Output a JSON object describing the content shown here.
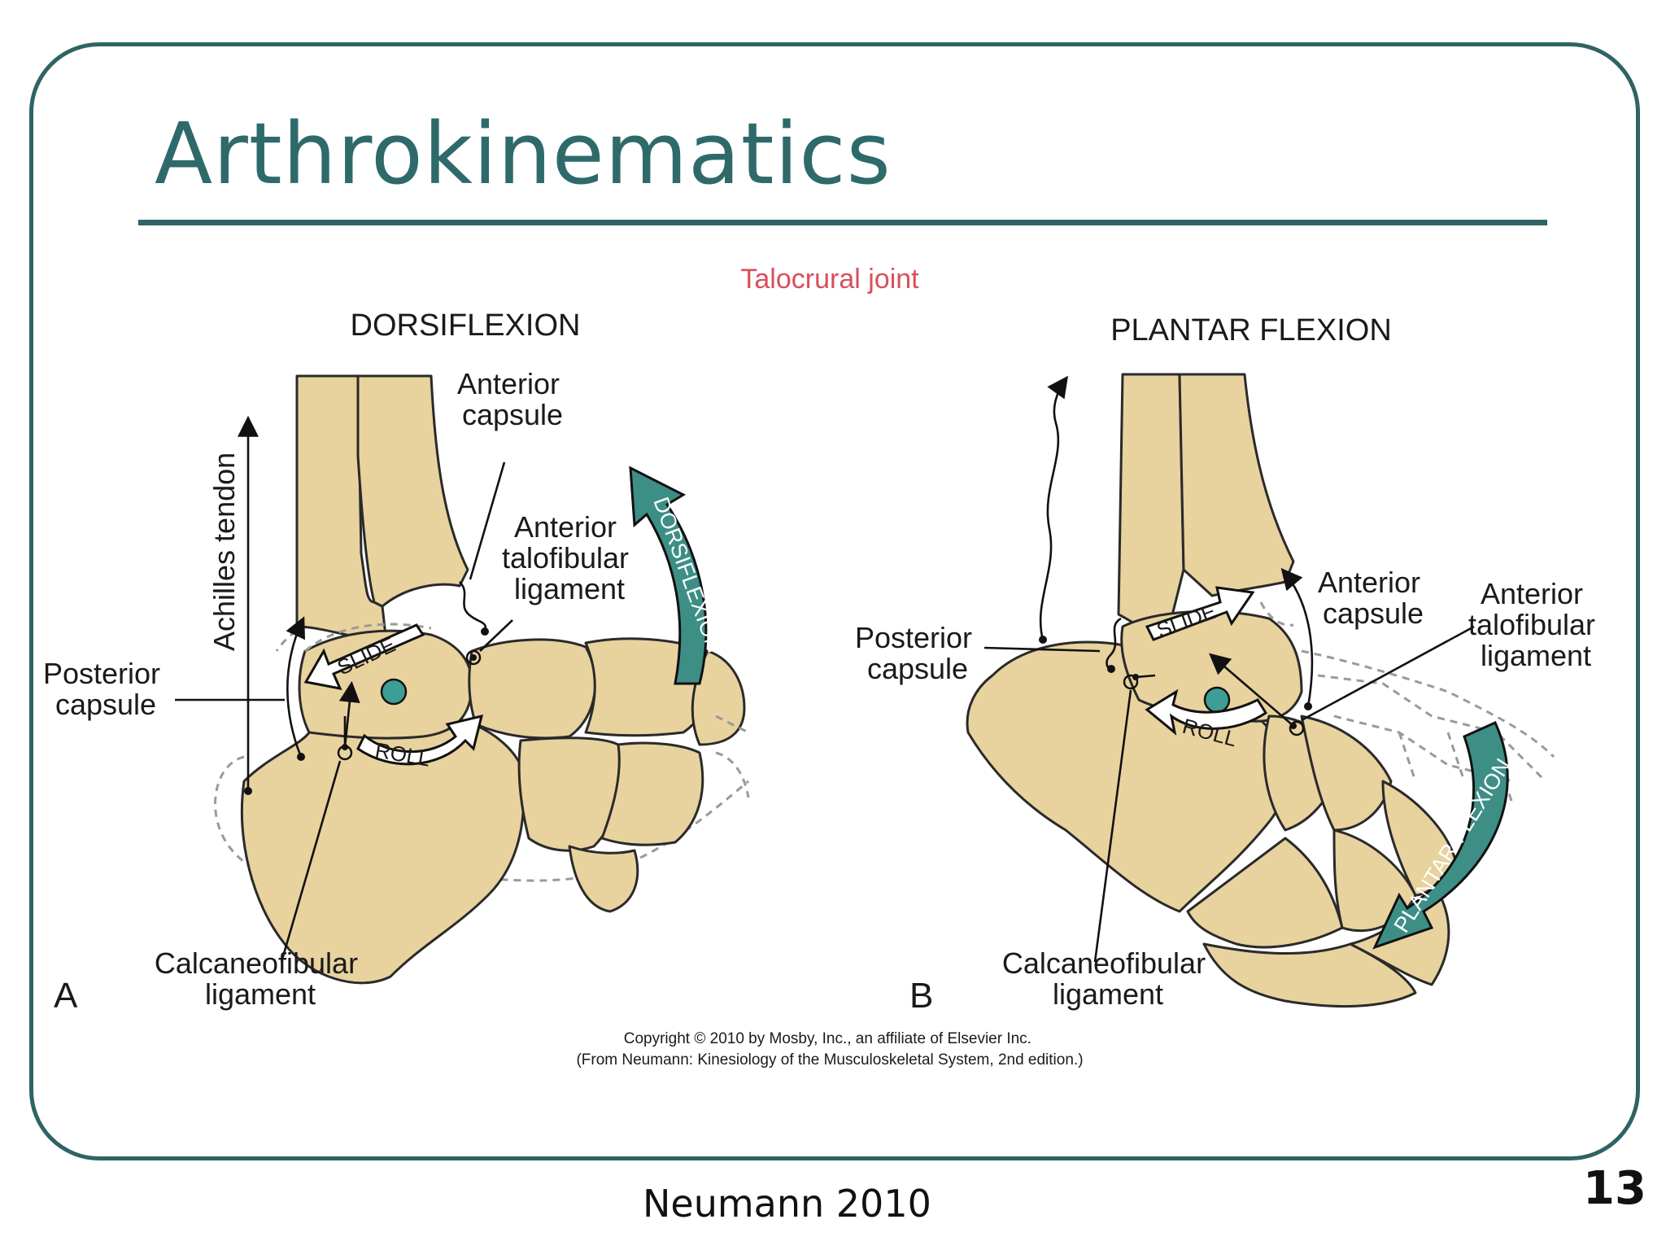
{
  "slide": {
    "title": "Arthrokinematics",
    "footer": "Neumann 2010",
    "page_number": "13"
  },
  "figure": {
    "heading": "Talocrural joint",
    "panel_a": {
      "letter": "A",
      "motion_title": "DORSIFLEXION",
      "arrow_label": "DORSIFLEXION",
      "labels": {
        "achilles": "Achilles tendon",
        "anterior_capsule": [
          "Anterior",
          "capsule"
        ],
        "anterior_talofibular": [
          "Anterior",
          "talofibular",
          "ligament"
        ],
        "posterior_capsule": [
          "Posterior",
          "capsule"
        ],
        "calcaneofibular": [
          "Calcaneofibular",
          "ligament"
        ],
        "slide": "SLIDE",
        "roll": "ROLL"
      }
    },
    "panel_b": {
      "letter": "B",
      "motion_title": "PLANTAR FLEXION",
      "arrow_label": "PLANTAR FLEXION",
      "labels": {
        "anterior_capsule": [
          "Anterior",
          "capsule"
        ],
        "anterior_talofibular": [
          "Anterior",
          "talofibular",
          "ligament"
        ],
        "posterior_capsule": [
          "Posterior",
          "capsule"
        ],
        "calcaneofibular": [
          "Calcaneofibular",
          "ligament"
        ],
        "slide": "SLIDE",
        "roll": "ROLL"
      }
    },
    "copyright": [
      "Copyright © 2010 by Mosby, Inc., an affiliate of Elsevier Inc.",
      "(From Neumann: Kinesiology of the Musculoskeletal System, 2nd edition.)"
    ],
    "colors": {
      "heading": "#d94f5c",
      "arrow_fill": "#3d8f86",
      "axis_dot": "#3d9e96",
      "bone": "#e8d29e",
      "frame": "#2f6364"
    }
  }
}
